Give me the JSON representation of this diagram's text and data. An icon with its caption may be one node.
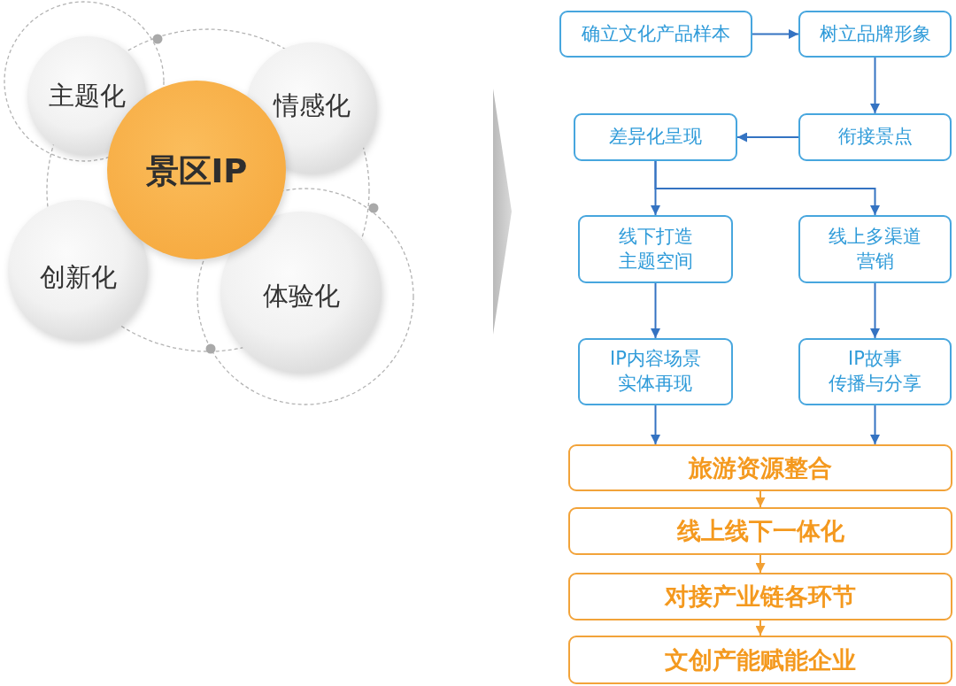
{
  "diagram": {
    "nodes": [
      {
        "text": [
          "主题化"
        ]
      },
      {
        "text": [
          "情感化"
        ]
      },
      {
        "text": [
          "景区IP"
        ]
      },
      {
        "text": [
          "创新化"
        ]
      },
      {
        "text": [
          "体验化"
        ]
      },
      {
        "text": [
          "确立文化产品样本"
        ]
      },
      {
        "text": [
          "树立品牌形象"
        ]
      },
      {
        "text": [
          "差异化呈现"
        ]
      },
      {
        "text": [
          "衔接景点"
        ]
      },
      {
        "text": [
          "线下打造主题空间"
        ]
      },
      {
        "text": [
          "线上多渠道营销"
        ]
      },
      {
        "text": [
          "IP内容场景实体再现"
        ]
      },
      {
        "text": [
          "IP故事传播与分享"
        ]
      },
      {
        "text": [
          "旅游资源整合"
        ]
      },
      {
        "text": [
          "线上线下一体化"
        ]
      },
      {
        "text": [
          "对接产业链各环节"
        ]
      },
      {
        "text": [
          "文创产能赋能企业"
        ]
      }
    ],
    "edges": [
      {
        "from": 5,
        "to": 6,
        "arrow": "to"
      },
      {
        "from": 6,
        "to": 8,
        "arrow": "to"
      },
      {
        "from": 8,
        "to": 7,
        "arrow": "to"
      },
      {
        "from": 7,
        "to": 9,
        "arrow": "to"
      },
      {
        "from": 7,
        "to": 10,
        "arrow": "to"
      },
      {
        "from": 9,
        "to": 11,
        "arrow": "to"
      },
      {
        "from": 10,
        "to": 12,
        "arrow": "to"
      },
      {
        "from": 11,
        "to": 13,
        "arrow": "to"
      },
      {
        "from": 12,
        "to": 13,
        "arrow": "to"
      },
      {
        "from": 13,
        "to": 14,
        "arrow": "to",
        "color": "#f2a033"
      },
      {
        "from": 14,
        "to": 15,
        "arrow": "to",
        "color": "#f2a033"
      },
      {
        "from": 15,
        "to": 16,
        "arrow": "to",
        "color": "#f2a033"
      }
    ]
  }
}
